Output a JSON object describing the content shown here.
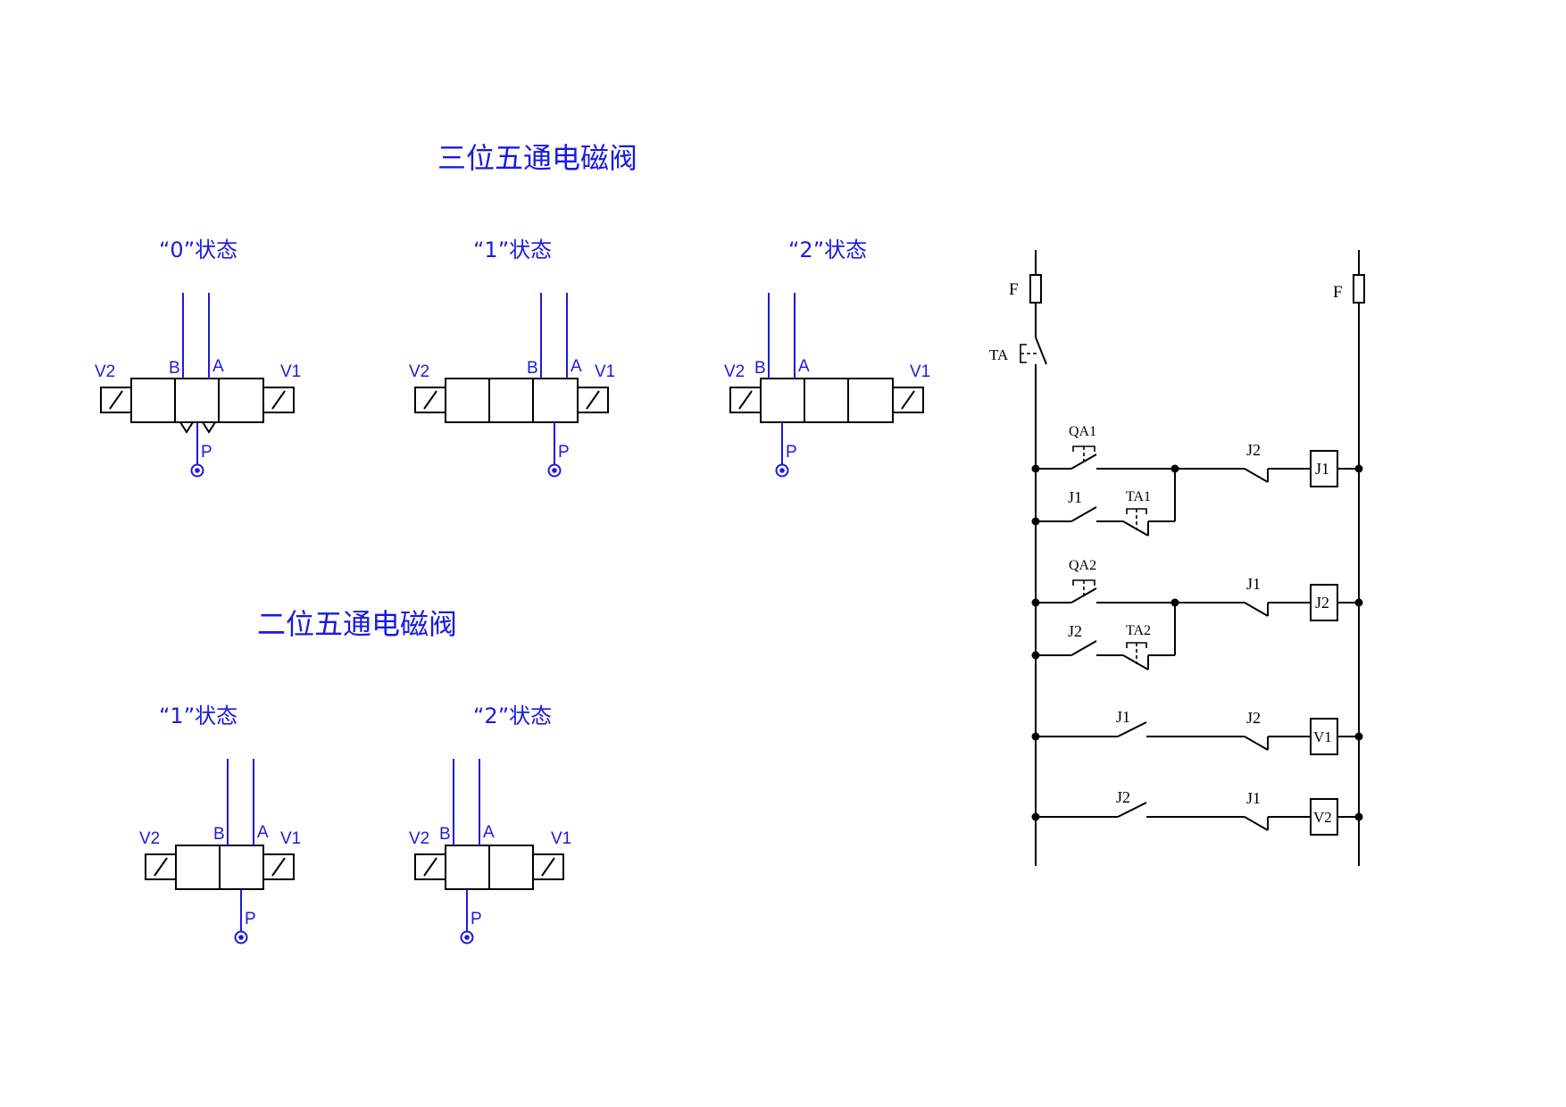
{
  "titles": {
    "three_position": "三位五通电磁阀",
    "two_position": "二位五通电磁阀"
  },
  "valve_labels": {
    "state0": "“0”状态",
    "state1": "“1”状态",
    "state2": "“2”状态",
    "port_a": "A",
    "port_b": "B",
    "port_p": "P",
    "coil_v1": "V1",
    "coil_v2": "V2"
  },
  "circuit_labels": {
    "fuse": "F",
    "ta": "TA",
    "qa1": "QA1",
    "qa2": "QA2",
    "ta1": "TA1",
    "ta2": "TA2",
    "j1": "J1",
    "j2": "J2",
    "v1": "V1",
    "v2": "V2"
  },
  "colors": {
    "valve": "#1a1ae0",
    "circuit": "#000000"
  }
}
